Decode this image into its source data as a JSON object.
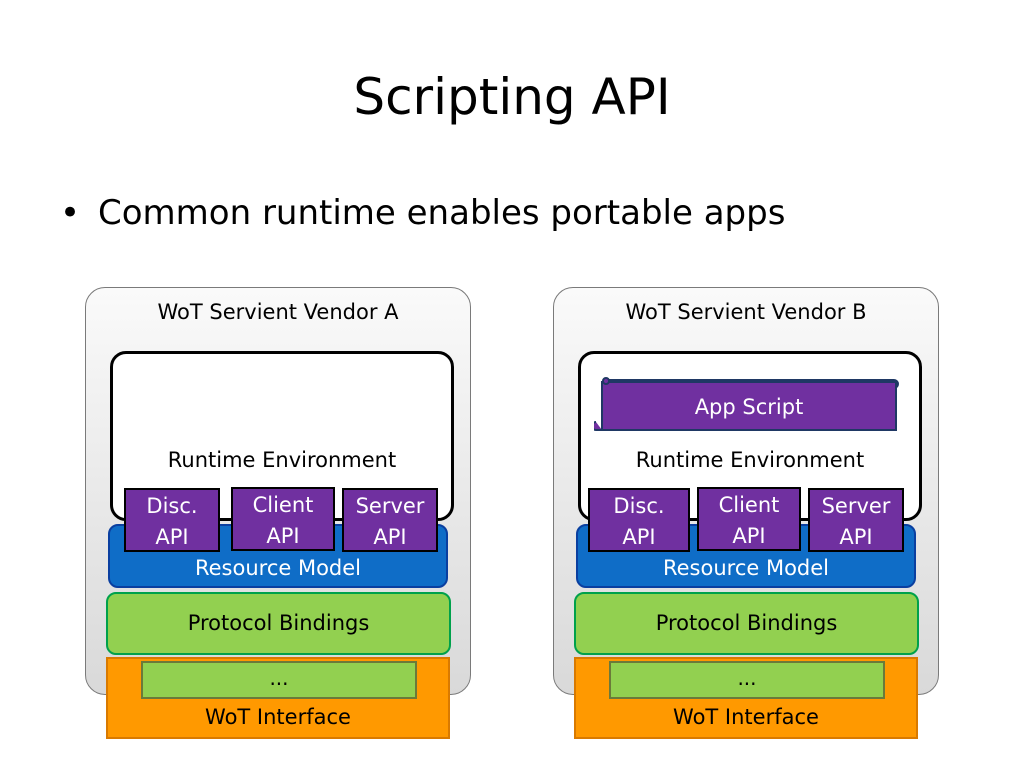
{
  "slide": {
    "title": "Scripting API",
    "bullets": [
      "Common runtime enables portable apps"
    ]
  },
  "colors": {
    "api": "#7030a0",
    "resource_model": "#0f6dc7",
    "protocol_bindings": "#92d050",
    "wot_interface": "#ff9900"
  },
  "servients": [
    {
      "name": "WoT Servient Vendor A",
      "runtime": "Runtime Environment",
      "apis": [
        {
          "line1": "Disc.",
          "line2": "API"
        },
        {
          "line1": "Client",
          "line2": "API"
        },
        {
          "line1": "Server",
          "line2": "API"
        }
      ],
      "resource_model": "Resource Model",
      "protocol_bindings": "Protocol Bindings",
      "interface_inner": "...",
      "wot_interface": "WoT Interface"
    },
    {
      "name": "WoT Servient Vendor B",
      "app_script": "App Script",
      "runtime": "Runtime Environment",
      "apis": [
        {
          "line1": "Disc.",
          "line2": "API"
        },
        {
          "line1": "Client",
          "line2": "API"
        },
        {
          "line1": "Server",
          "line2": "API"
        }
      ],
      "resource_model": "Resource Model",
      "protocol_bindings": "Protocol Bindings",
      "interface_inner": "...",
      "wot_interface": "WoT Interface"
    }
  ]
}
